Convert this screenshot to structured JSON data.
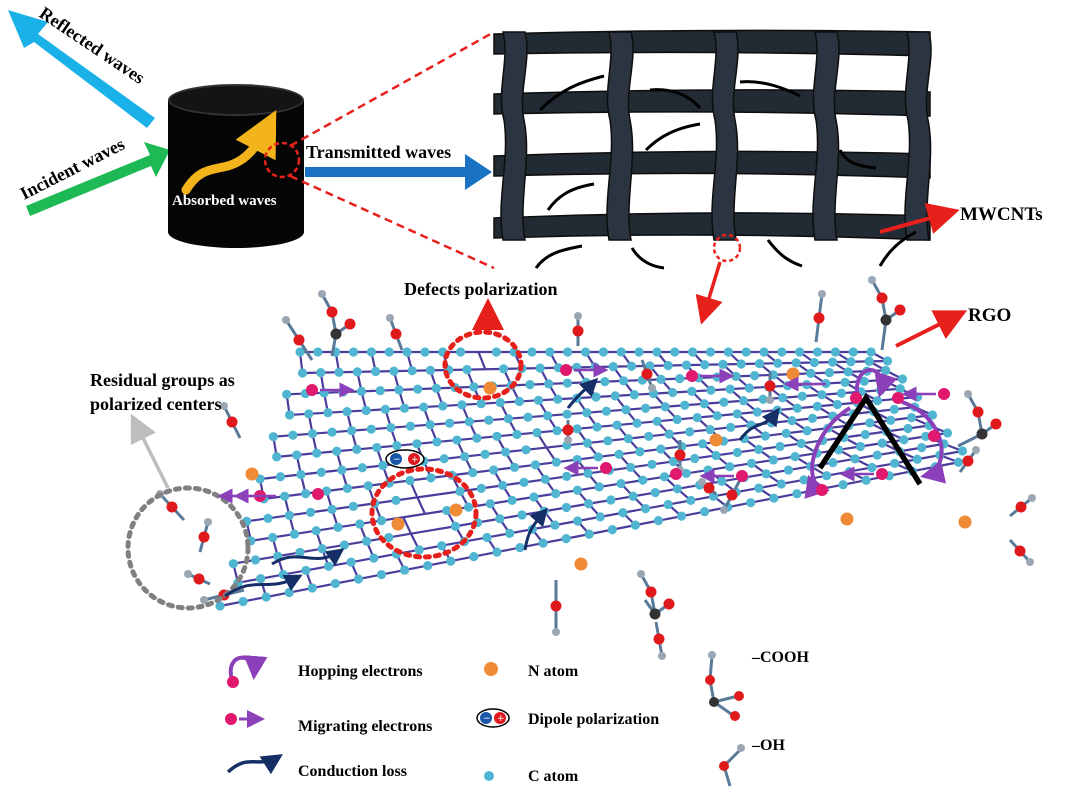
{
  "labels": {
    "reflected": "Reflected waves",
    "incident": "Incident waves",
    "absorbed": "Absorbed waves",
    "transmitted": "Transmitted waves",
    "mwcnts": "MWCNTs",
    "defects": "Defects polarization",
    "rgo": "RGO",
    "residual_line1": "Residual groups as",
    "residual_line2": "polarized centers"
  },
  "legend": {
    "hopping": "Hopping electrons",
    "migrating": "Migrating electrons",
    "conduction": "Conduction loss",
    "n_atom": "N atom",
    "dipole": "Dipole polarization",
    "c_atom": "C atom",
    "cooh": "–COOH",
    "oh": "–OH"
  },
  "colors": {
    "reflected_arrow": "#1ab0e8",
    "incident_arrow": "#1db954",
    "transmitted_arrow": "#1a72c4",
    "absorbed_arrow": "#f3b31b",
    "red": "#e8201c",
    "c_atom": "#4fb5d0",
    "bond": "#4a3d9c",
    "n_atom": "#ef8a37",
    "electron": "#e0186e",
    "purple": "#8b3fb8",
    "navy": "#152f66",
    "o_atom": "#e0191c",
    "h_atom": "#9aa7b3",
    "c_group": "#333333",
    "grey_circle": "#808080"
  }
}
